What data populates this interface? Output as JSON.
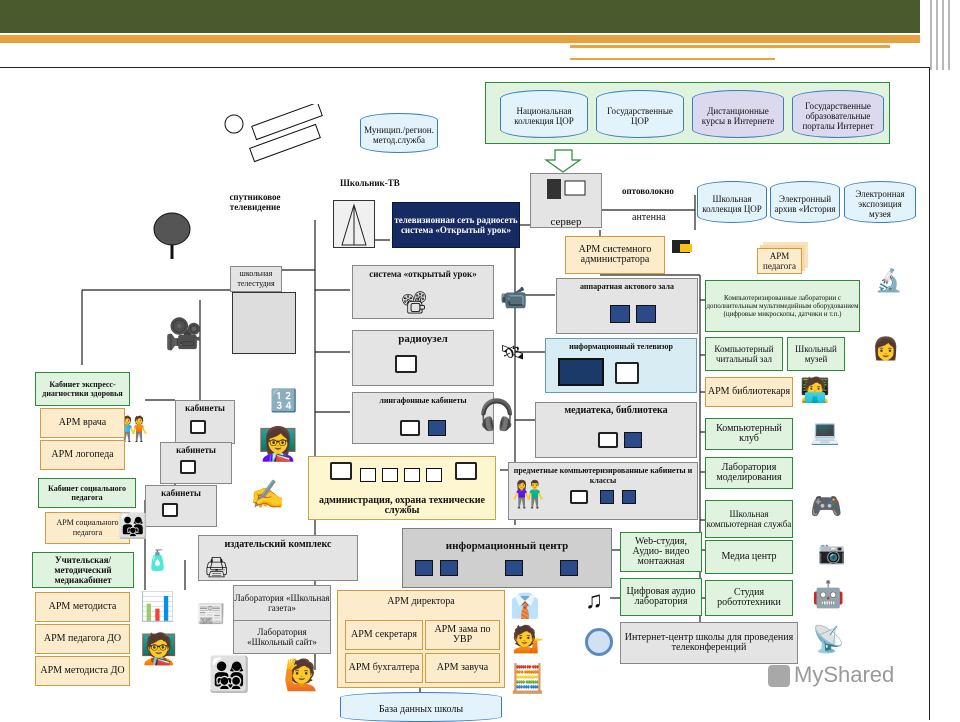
{
  "colors": {
    "topbar": "#4a5a2c",
    "accent": "#e7a13f",
    "green_box": "#dff3df",
    "orange_box": "#fdeccc",
    "navy": "#162a63"
  },
  "top_cylinders": [
    "Национальная коллекция ЦОР",
    "Государственные ЦОР",
    "Дистанционные курсы в Интернете",
    "Государственные образовательные порталы Интернет"
  ],
  "labels": {
    "municipal": "Муницип./регион. метод.служба",
    "satellite": "спутниковое телевидение",
    "school_tv": "Школьник-ТВ",
    "tv_network": "телевизионная сеть радиосеть система «Открытый урок»",
    "fiber": "оптоволокно",
    "server": "сервер",
    "antenna": "антенна",
    "school_collection": "Школьная коллекция ЦОР",
    "e_archive": "Электронный архив «История",
    "e_exposition": "Электронная экспозиция музея",
    "arm_sysadmin": "АРМ системного администратора",
    "arm_teacher": "АРМ педагога",
    "computer_labs": "Компьютеризированные лаборатории с дополнительным мультимедийным оборудованием (цифровые микроскопы, датчики и т.п.)",
    "reading_hall": "Компьютерный читальный зал",
    "school_museum": "Школьный музей",
    "arm_librarian": "АРМ библиотекаря",
    "computer_club": "Компьютерный клуб",
    "modeling_lab": "Лаборатория моделирования",
    "school_pc_service": "Школьная компьютерная служба",
    "web_studio": "Web-студия, Аудио- видео монтажная",
    "media_center": "Медиа центр",
    "digital_audio": "Цифровая аудио лаборатория",
    "robotics": "Студия робототехники",
    "internet_center": "Интернет-центр школы для проведения телеконференций",
    "school_telestudio": "школьная телестудия",
    "open_lesson": "система «открытый урок»",
    "assembly_hall": "аппаратная актового зала",
    "radio": "радиоузел",
    "info_tv": "информационный телевизор",
    "language_rooms": "лингафонные кабинеты",
    "mediateka": "медиатека, библиотека",
    "subject_rooms": "предметные компьютеризированные кабинеты и классы",
    "admin": "администрация, охрана технические службы",
    "cabinets_1": "кабинеты",
    "cabinets_2": "кабинеты",
    "cabinets_3": "кабинеты",
    "health_cabinet": "Кабинет экспресс-диагностики здоровья",
    "arm_doctor": "АРМ врача",
    "arm_speech": "АРМ логопеда",
    "social_cabinet": "Кабинет социального педагога",
    "arm_social": "АРМ социального педагога",
    "teachers_room": "Учительская/ методический медиакабинет",
    "arm_methodist": "АРМ методиста",
    "arm_teacher_do": "АРМ педагога ДО",
    "arm_methodist_do": "АРМ методиста ДО",
    "publishing": "издательский комплекс",
    "lab_newspaper": "Лаборатория «Школьная газета»",
    "lab_site": "Лаборатория «Школьный сайт»",
    "info_center": "информационный центр",
    "arm_director": "АРМ директора",
    "arm_secretary": "АРМ секретаря",
    "arm_deputy": "АРМ зама по УВР",
    "arm_accountant": "АРМ бухгалтера",
    "arm_head": "АРМ завуча",
    "database": "База данных школы"
  },
  "watermark": "MyShared"
}
